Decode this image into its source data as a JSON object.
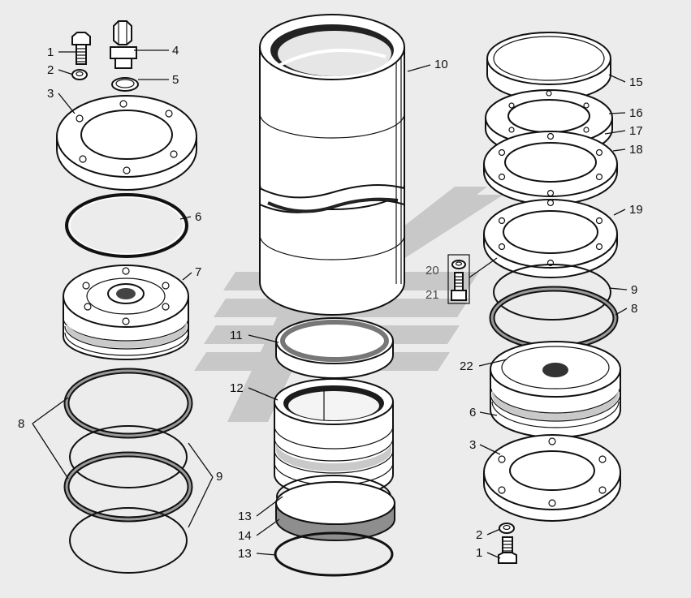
{
  "diagram": {
    "callouts": [
      {
        "id": "c1a",
        "text": "1"
      },
      {
        "id": "c2a",
        "text": "2"
      },
      {
        "id": "c3a",
        "text": "3"
      },
      {
        "id": "c4",
        "text": "4"
      },
      {
        "id": "c5",
        "text": "5"
      },
      {
        "id": "c6a",
        "text": "6"
      },
      {
        "id": "c7",
        "text": "7"
      },
      {
        "id": "c8a",
        "text": "8"
      },
      {
        "id": "c9a",
        "text": "9"
      },
      {
        "id": "c10",
        "text": "10"
      },
      {
        "id": "c11",
        "text": "11"
      },
      {
        "id": "c12",
        "text": "12"
      },
      {
        "id": "c13a",
        "text": "13"
      },
      {
        "id": "c14",
        "text": "14"
      },
      {
        "id": "c13b",
        "text": "13"
      },
      {
        "id": "c15",
        "text": "15"
      },
      {
        "id": "c16",
        "text": "16"
      },
      {
        "id": "c17",
        "text": "17"
      },
      {
        "id": "c18",
        "text": "18"
      },
      {
        "id": "c19",
        "text": "19"
      },
      {
        "id": "c20",
        "text": "20"
      },
      {
        "id": "c21",
        "text": "21"
      },
      {
        "id": "c9b",
        "text": "9"
      },
      {
        "id": "c8b",
        "text": "8"
      },
      {
        "id": "c22",
        "text": "22"
      },
      {
        "id": "c6b",
        "text": "6"
      },
      {
        "id": "c3b",
        "text": "3"
      },
      {
        "id": "c2b",
        "text": "2"
      },
      {
        "id": "c1b",
        "text": "1"
      }
    ],
    "colors": {
      "background": "#ececec",
      "line": "#111111",
      "watermark": "#b9b9b9"
    }
  }
}
